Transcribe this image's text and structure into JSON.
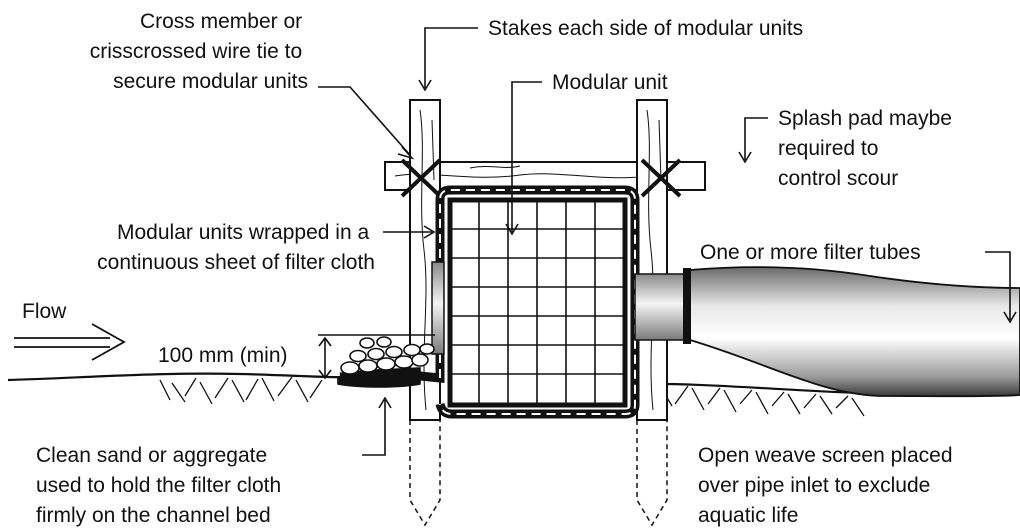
{
  "labels": {
    "cross_member": [
      "Cross member or",
      "crisscrossed wire tie to",
      "secure modular units"
    ],
    "stakes": "Stakes each side of modular units",
    "modular_unit": "Modular unit",
    "splash_pad": [
      "Splash pad maybe",
      "required to",
      "control scour"
    ],
    "wrapped": [
      "Modular units wrapped in a",
      "continuous sheet of filter cloth"
    ],
    "filter_tubes": "One or more filter tubes",
    "flow": "Flow",
    "min_height": "100 mm (min)",
    "sand": [
      "Clean sand or aggregate",
      "used to hold the filter cloth",
      "firmly on the channel bed"
    ],
    "screen": [
      "Open weave screen placed",
      "over pipe inlet to exclude",
      "aquatic life"
    ]
  },
  "colors": {
    "ink": "#111111",
    "background": "#ffffff"
  }
}
